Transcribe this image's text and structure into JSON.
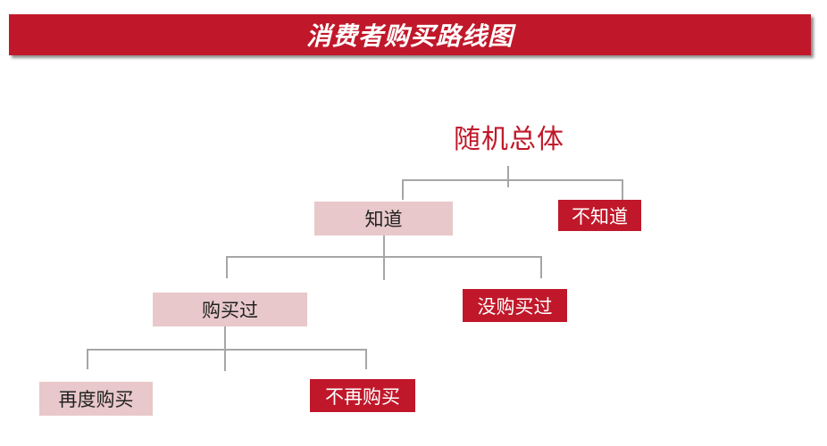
{
  "title": "消费者购买路线图",
  "tree": {
    "root": "随机总体",
    "know": "知道",
    "not_know": "不知道",
    "bought": "购买过",
    "not_bought": "没购买过",
    "rebuy": "再度购买",
    "no_rebuy": "不再购买"
  },
  "colors": {
    "accent": "#c0182a",
    "light_node": "#e8c8ca",
    "connector": "#a6a6a6"
  }
}
